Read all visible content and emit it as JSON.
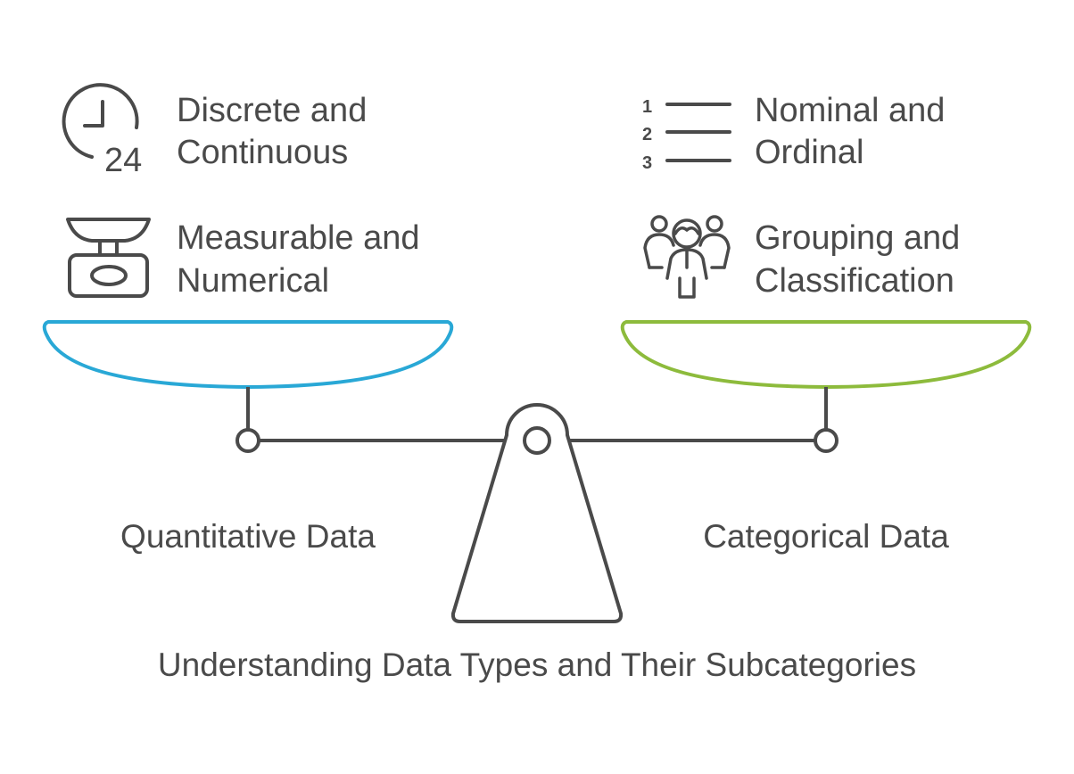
{
  "caption": "Understanding Data Types and Their Subcategories",
  "left": {
    "label": "Quantitative Data",
    "accent_color": "#29a8d6",
    "features": [
      {
        "icon": "clock-24-icon",
        "lines": [
          "Discrete and",
          "Continuous"
        ],
        "icon_text": "24"
      },
      {
        "icon": "weighing-scale-icon",
        "lines": [
          "Measurable and",
          "Numerical"
        ]
      }
    ]
  },
  "right": {
    "label": "Categorical Data",
    "accent_color": "#8dbb3c",
    "features": [
      {
        "icon": "numbered-list-icon",
        "lines": [
          "Nominal and",
          "Ordinal"
        ],
        "icon_numbers": [
          "1",
          "2",
          "3"
        ]
      },
      {
        "icon": "people-group-icon",
        "lines": [
          "Grouping and",
          "Classification"
        ]
      }
    ]
  },
  "stroke_color": "#4a4a4a"
}
